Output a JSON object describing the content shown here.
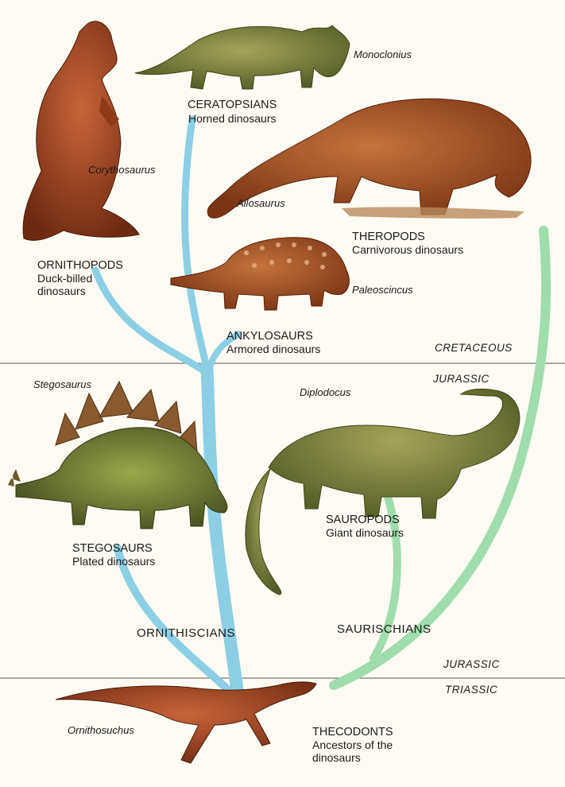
{
  "colors": {
    "background": "#fdfbf3",
    "ornithischian_branch": "#8ccfe4",
    "saurischian_branch": "#9fdcae",
    "divider": "#555555"
  },
  "periods": {
    "cretaceous": "CRETACEOUS",
    "jurassic_top": "JURASSIC",
    "jurassic_bottom": "JURASSIC",
    "triassic": "TRIASSIC"
  },
  "lineages": {
    "ornithischians": "ORNITHISCIANS",
    "saurischians": "SAURISCHIANS"
  },
  "groups": {
    "ceratopsians": {
      "name": "CERATOPSIANS",
      "desc": "Horned dinosaurs",
      "species": "Monoclonius"
    },
    "ornithopods": {
      "name": "ORNITHOPODS",
      "desc_line1": "Duck-billed",
      "desc_line2": "dinosaurs",
      "species": "Corythosaurus"
    },
    "theropods": {
      "name": "THEROPODS",
      "desc": "Carnivorous dinosaurs",
      "species": "Allosaurus"
    },
    "ankylosaurs": {
      "name": "ANKYLOSAURS",
      "desc": "Armored dinosaurs",
      "species": "Paleoscincus"
    },
    "stegosaurs": {
      "name": "STEGOSAURS",
      "desc": "Plated dinosaurs",
      "species": "Stegosaurus"
    },
    "sauropods": {
      "name": "SAUROPODS",
      "desc": "Giant dinosaurs",
      "species": "Diplodocus"
    },
    "thecodonts": {
      "name": "THECODONTS",
      "desc_line1": "Ancestors of the",
      "desc_line2": "dinosaurs",
      "species": "Ornithosuchus"
    }
  }
}
